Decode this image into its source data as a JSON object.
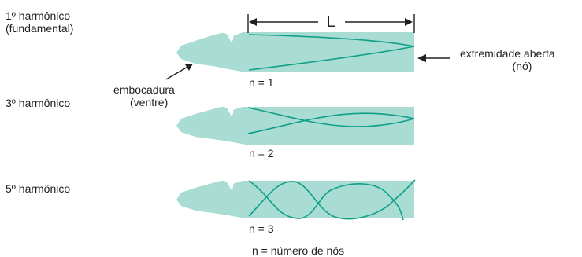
{
  "labels": {
    "harmonic1_line1": "1º harmônico",
    "harmonic1_line2": "(fundamental)",
    "harmonic3": "3º harmônico",
    "harmonic5": "5º harmônico",
    "length": "L",
    "mouthpiece_line1": "embocadura",
    "mouthpiece_line2": "(ventre)",
    "open_end_line1": "extremidade aberta",
    "open_end_line2": "(nó)",
    "n1": "n = 1",
    "n2": "n = 2",
    "n3": "n = 3",
    "legend": "n = número de nós"
  },
  "colors": {
    "pipe_fill": "#a9dcd2",
    "wave_stroke": "#0ea08a",
    "text": "#231f20"
  }
}
